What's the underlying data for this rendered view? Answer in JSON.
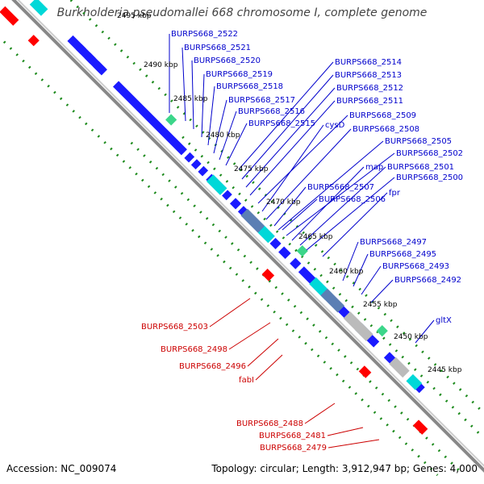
{
  "title": "Burkholderia pseudomallei 668 chromosome I, complete genome",
  "footer": {
    "accession": "Accession: NC_009074",
    "info": "Topology: circular; Length: 3,912,947 bp; Genes: 4,000"
  },
  "kbp_ticks": [
    "2495 kbp",
    "2490 kbp",
    "2485 kbp",
    "2480 kbp",
    "2475 kbp",
    "2470 kbp",
    "2465 kbp",
    "2460 kbp",
    "2455 kbp",
    "2450 kbp",
    "2445 kbp"
  ],
  "top_labels": [
    "BURPS668_2522",
    "BURPS668_2521",
    "BURPS668_2520",
    "BURPS668_2519",
    "BURPS668_2518",
    "BURPS668_2517",
    "BURPS668_2516",
    "BURPS668_2515"
  ],
  "right_labels": [
    "BURPS668_2514",
    "BURPS668_2513",
    "BURPS668_2512",
    "BURPS668_2511",
    "BURPS668_2509",
    "cysD",
    "BURPS668_2508",
    "BURPS668_2505",
    "BURPS668_2502",
    "map",
    "BURPS668_2501",
    "BURPS668_2507",
    "BURPS668_2500",
    "BURPS668_2506",
    "fpr",
    "BURPS668_2497",
    "BURPS668_2495",
    "BURPS668_2493",
    "BURPS668_2492",
    "gltX"
  ],
  "left_labels": [
    "BURPS668_2503",
    "BURPS668_2498",
    "BURPS668_2496",
    "fabI",
    "BURPS668_2488",
    "BURPS668_2481",
    "BURPS668_2479"
  ],
  "colors": {
    "backbone": "#888888",
    "cds_forward": "#1a1aff",
    "cds_reverse": "#ff0000",
    "cyan": "#00d8d8",
    "steel": "#5b7fb4",
    "gray": "#bbbbbb",
    "label_blue": "#0000cc",
    "label_red": "#cc0000",
    "tick_green": "#1c8a1c"
  }
}
